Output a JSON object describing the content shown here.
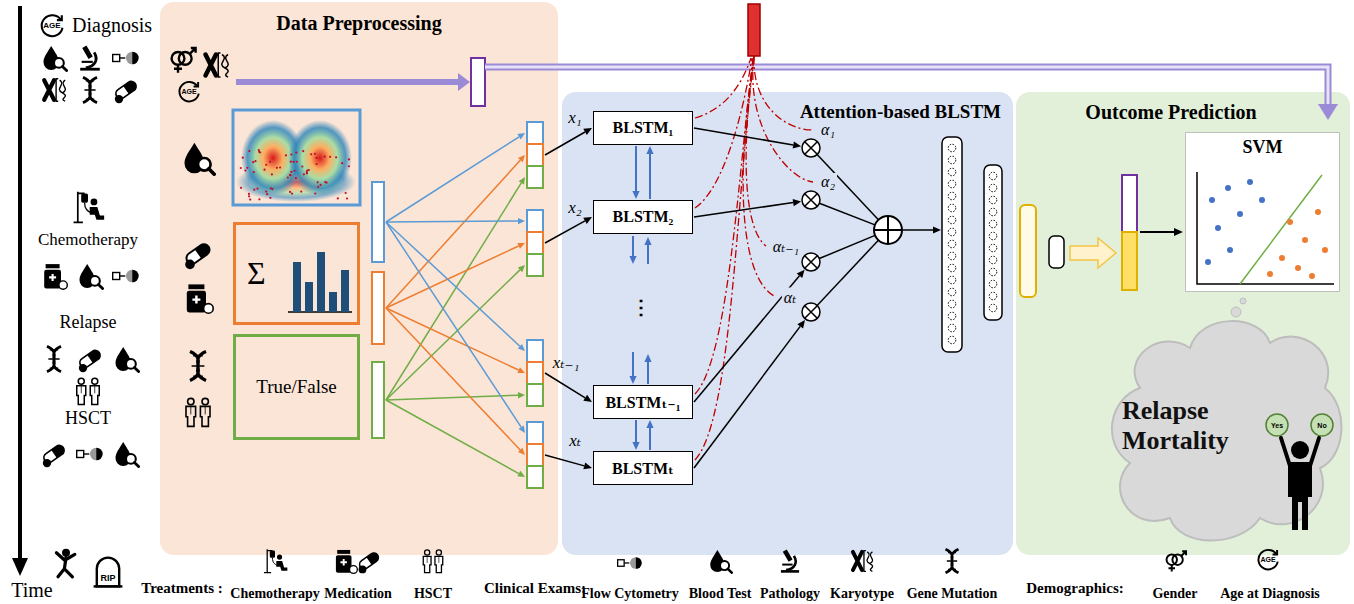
{
  "diagram": {
    "nodes": [
      {
        "text": [
          "Data Preprocessing"
        ]
      },
      {
        "text": [
          "Σ"
        ],
        "in": 0
      },
      {
        "text": [
          "True/False"
        ],
        "in": 0
      },
      {
        "text": [
          "Attention-based BLSTM"
        ]
      },
      {
        "text": [
          "BLSTM₁"
        ],
        "in": 3
      },
      {
        "text": [
          "BLSTM₂"
        ],
        "in": 3
      },
      {
        "text": [
          "BLSTMₜ₋₁"
        ],
        "in": 3
      },
      {
        "text": [
          "BLSTMₜ"
        ],
        "in": 3
      },
      {
        "text": [
          "Outcome Prediction"
        ]
      },
      {
        "text": [
          "SVM"
        ],
        "in": 8
      },
      {
        "text": [
          "Relapse Mortality"
        ],
        "in": 8
      }
    ],
    "edges": [
      {
        "from": 4,
        "to": 5,
        "arrow": "both"
      },
      {
        "from": 6,
        "to": 7,
        "arrow": "both"
      }
    ],
    "labels": [
      "AGE",
      "Diagnosis",
      "Chemotherapy",
      "Relapse",
      "HSCT",
      "Time",
      "RIP",
      "AGE",
      "x₁",
      "x₂",
      "xₜ₋₁",
      "xₜ",
      "⋮",
      "α₁",
      "α₂",
      "αₜ₋₁",
      "αₜ",
      "Yes",
      "No",
      "Treatments :",
      "Clinical Exams:",
      "Demographics:",
      "AGE"
    ],
    "legend": [
      {
        "text": "Chemotherapy"
      },
      {
        "text": "Medication"
      },
      {
        "text": "HSCT"
      },
      {
        "text": "Flow Cytometry"
      },
      {
        "text": "Blood Test"
      },
      {
        "text": "Pathology"
      },
      {
        "text": "Karyotype"
      },
      {
        "text": "Gene Mutation"
      },
      {
        "text": "Gender"
      },
      {
        "text": "Age at Diagnosis"
      }
    ]
  }
}
